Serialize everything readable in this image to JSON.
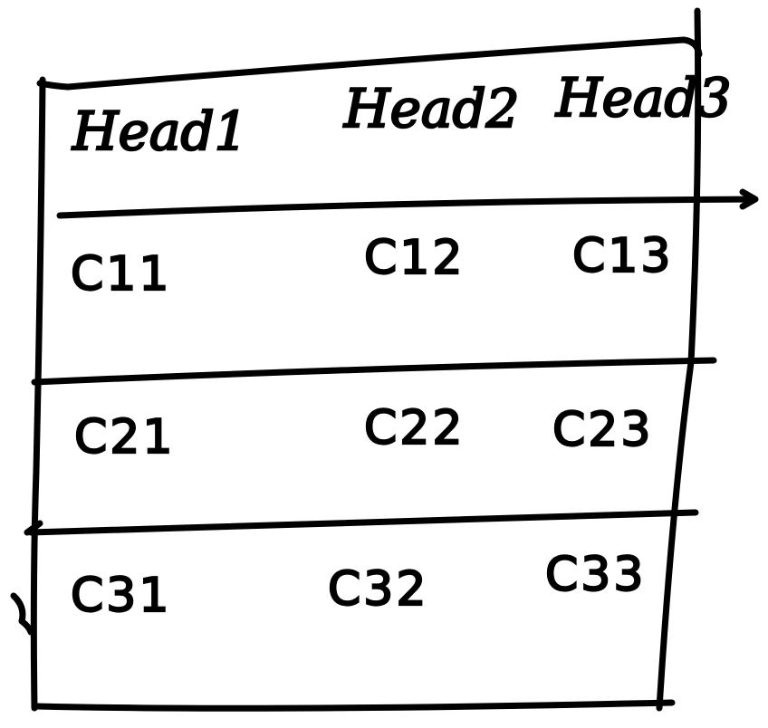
{
  "table": {
    "headers": [
      "Head1",
      "Head2",
      "Head3"
    ],
    "rows": [
      [
        "C11",
        "C12",
        "C13"
      ],
      [
        "C21",
        "C22",
        "C23"
      ],
      [
        "C31",
        "C32",
        "C33"
      ]
    ]
  },
  "colors": {
    "ink": "#000000",
    "background": "#ffffff"
  }
}
